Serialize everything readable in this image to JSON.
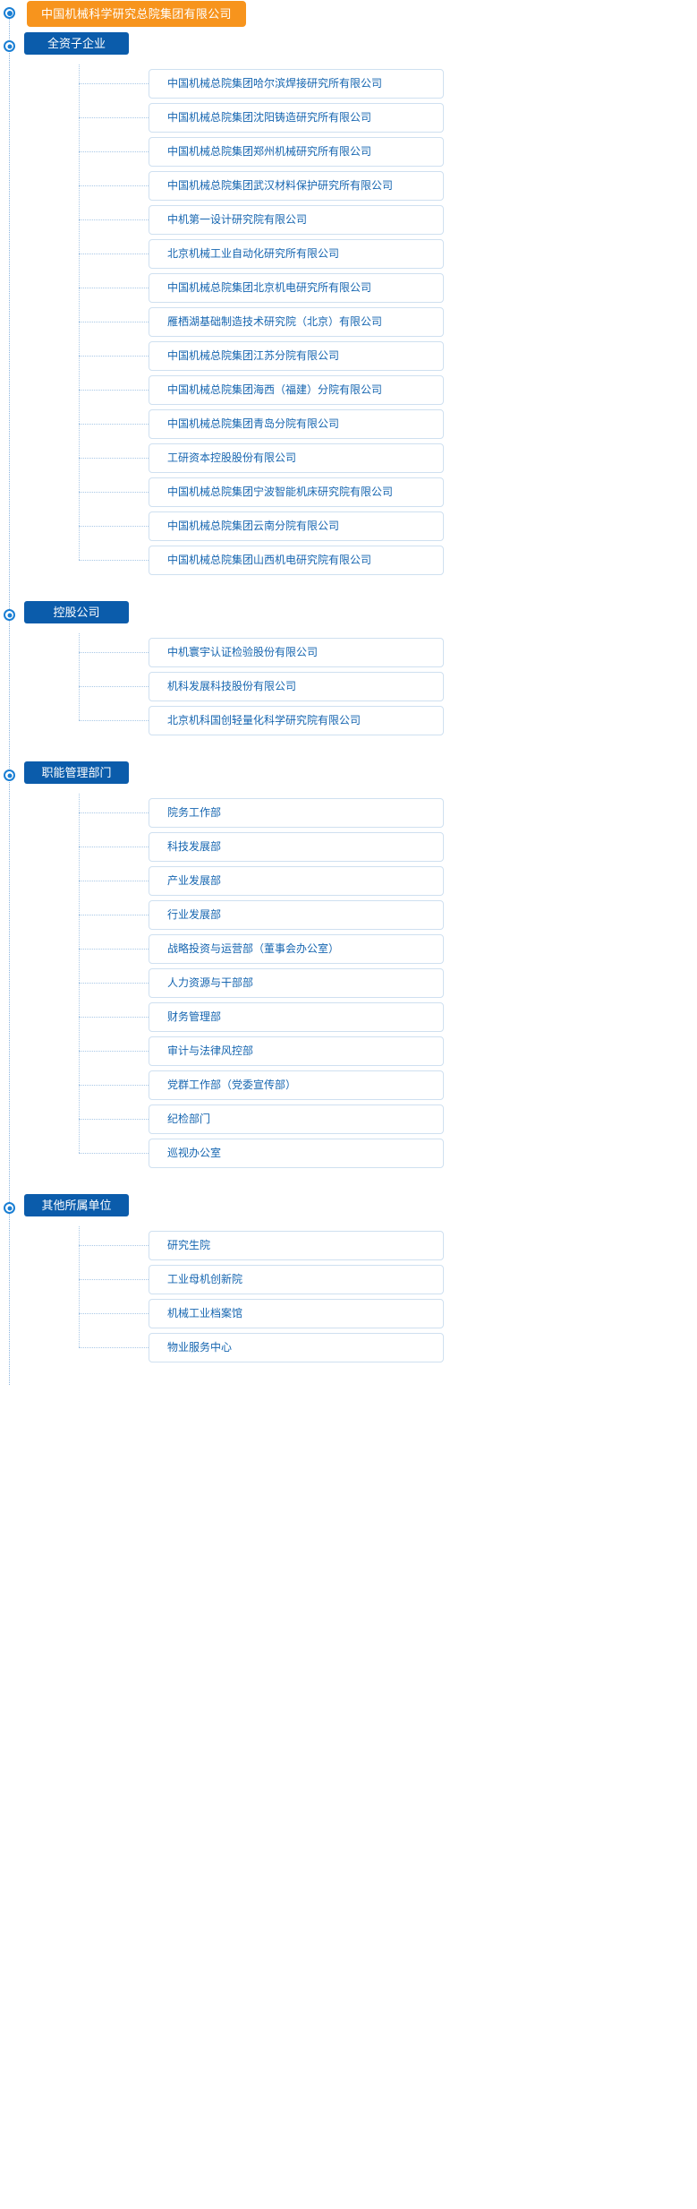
{
  "root": {
    "label": "中国机械科学研究总院集团有限公司",
    "color": "#f7941d"
  },
  "theme": {
    "section_color": "#0b5cab",
    "card_text_color": "#1565b0",
    "card_border_color": "#cfe0f0",
    "connector_color": "#a9c8e6"
  },
  "sections": [
    {
      "label": "全资子企业",
      "items": [
        "中国机械总院集团哈尔滨焊接研究所有限公司",
        "中国机械总院集团沈阳铸造研究所有限公司",
        "中国机械总院集团郑州机械研究所有限公司",
        "中国机械总院集团武汉材料保护研究所有限公司",
        "中机第一设计研究院有限公司",
        "北京机械工业自动化研究所有限公司",
        "中国机械总院集团北京机电研究所有限公司",
        "雁栖湖基础制造技术研究院（北京）有限公司",
        "中国机械总院集团江苏分院有限公司",
        "中国机械总院集团海西（福建）分院有限公司",
        "中国机械总院集团青岛分院有限公司",
        "工研资本控股股份有限公司",
        "中国机械总院集团宁波智能机床研究院有限公司",
        "中国机械总院集团云南分院有限公司",
        "中国机械总院集团山西机电研究院有限公司"
      ]
    },
    {
      "label": "控股公司",
      "items": [
        "中机寰宇认证检验股份有限公司",
        "机科发展科技股份有限公司",
        "北京机科国创轻量化科学研究院有限公司"
      ]
    },
    {
      "label": "职能管理部门",
      "items": [
        "院务工作部",
        "科技发展部",
        "产业发展部",
        "行业发展部",
        "战略投资与运营部（董事会办公室）",
        "人力资源与干部部",
        "财务管理部",
        "审计与法律风控部",
        "党群工作部（党委宣传部）",
        "纪检部门",
        "巡视办公室"
      ]
    },
    {
      "label": "其他所属单位",
      "items": [
        "研究生院",
        "工业母机创新院",
        "机械工业档案馆",
        "物业服务中心"
      ]
    }
  ]
}
